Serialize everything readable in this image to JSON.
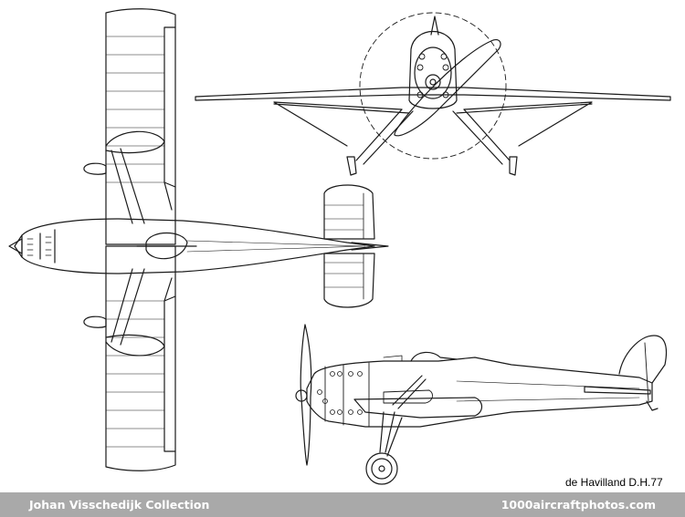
{
  "caption": "de Havilland D.H.77",
  "footer": {
    "collection": "Johan Visschedijk Collection",
    "site": "1000aircraftphotos.com"
  },
  "colors": {
    "line": "#1a1a1a",
    "footer_bg": "#a9a9a9",
    "footer_text": "#ffffff"
  }
}
